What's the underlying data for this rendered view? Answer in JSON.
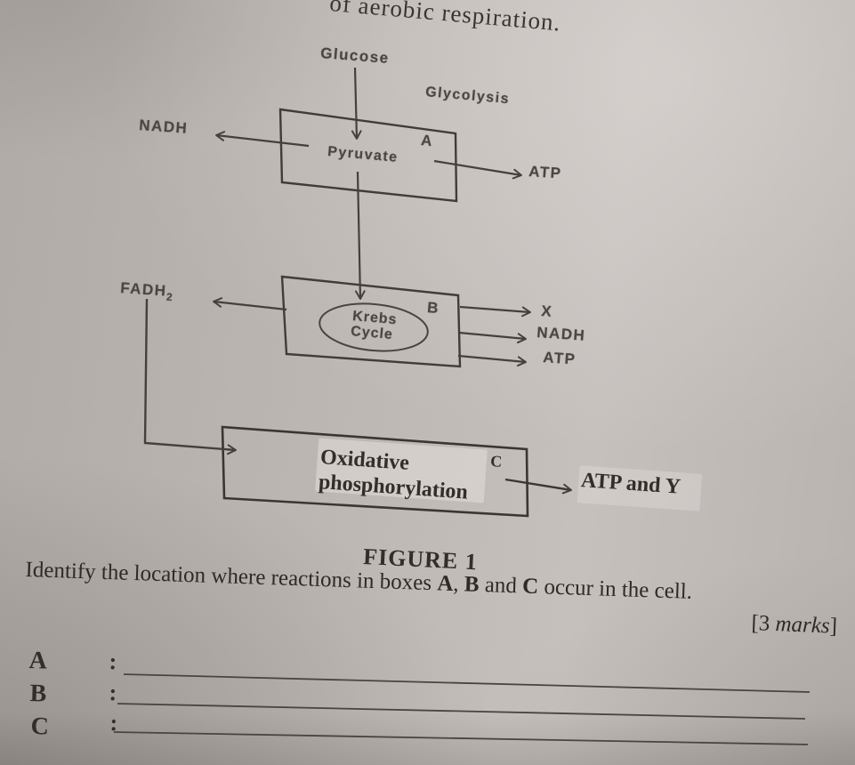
{
  "page": {
    "top_text": "of aerobic respiration."
  },
  "diagram": {
    "glucose": "Glucose",
    "glycolysis": "Glycolysis",
    "nadh_left": "NADH",
    "pyruvate": "Pyruvate",
    "box_a_letter": "A",
    "atp_right": "ATP",
    "fadh_base": "FADH",
    "fadh_sub": "2",
    "box_b_letter": "B",
    "krebs_line1": "Krebs",
    "krebs_line2": "Cycle",
    "x_out": "X",
    "nadh_out": "NADH",
    "atp_out": "ATP",
    "oxidative_line1": "Oxidative",
    "oxidative_line2": "phosphorylation",
    "box_c_letter": "C",
    "atp_and_y": "ATP and Y"
  },
  "figure": {
    "caption": "FIGURE 1"
  },
  "question": {
    "prefix": "Identify the location where reactions in boxes ",
    "bold_a": "A",
    "sep_ab": ", ",
    "bold_b": "B",
    "sep_bc": " and ",
    "bold_c": "C",
    "suffix": " occur in the cell.",
    "marks_open": "[3 ",
    "marks_word": "marks",
    "marks_close": "]"
  },
  "answers": [
    {
      "label": "A",
      "colon": ":"
    },
    {
      "label": "B",
      "colon": ":"
    },
    {
      "label": "C",
      "colon": ":"
    }
  ],
  "colors": {
    "ink": "#46403b",
    "paper": "#bcb6b2"
  }
}
